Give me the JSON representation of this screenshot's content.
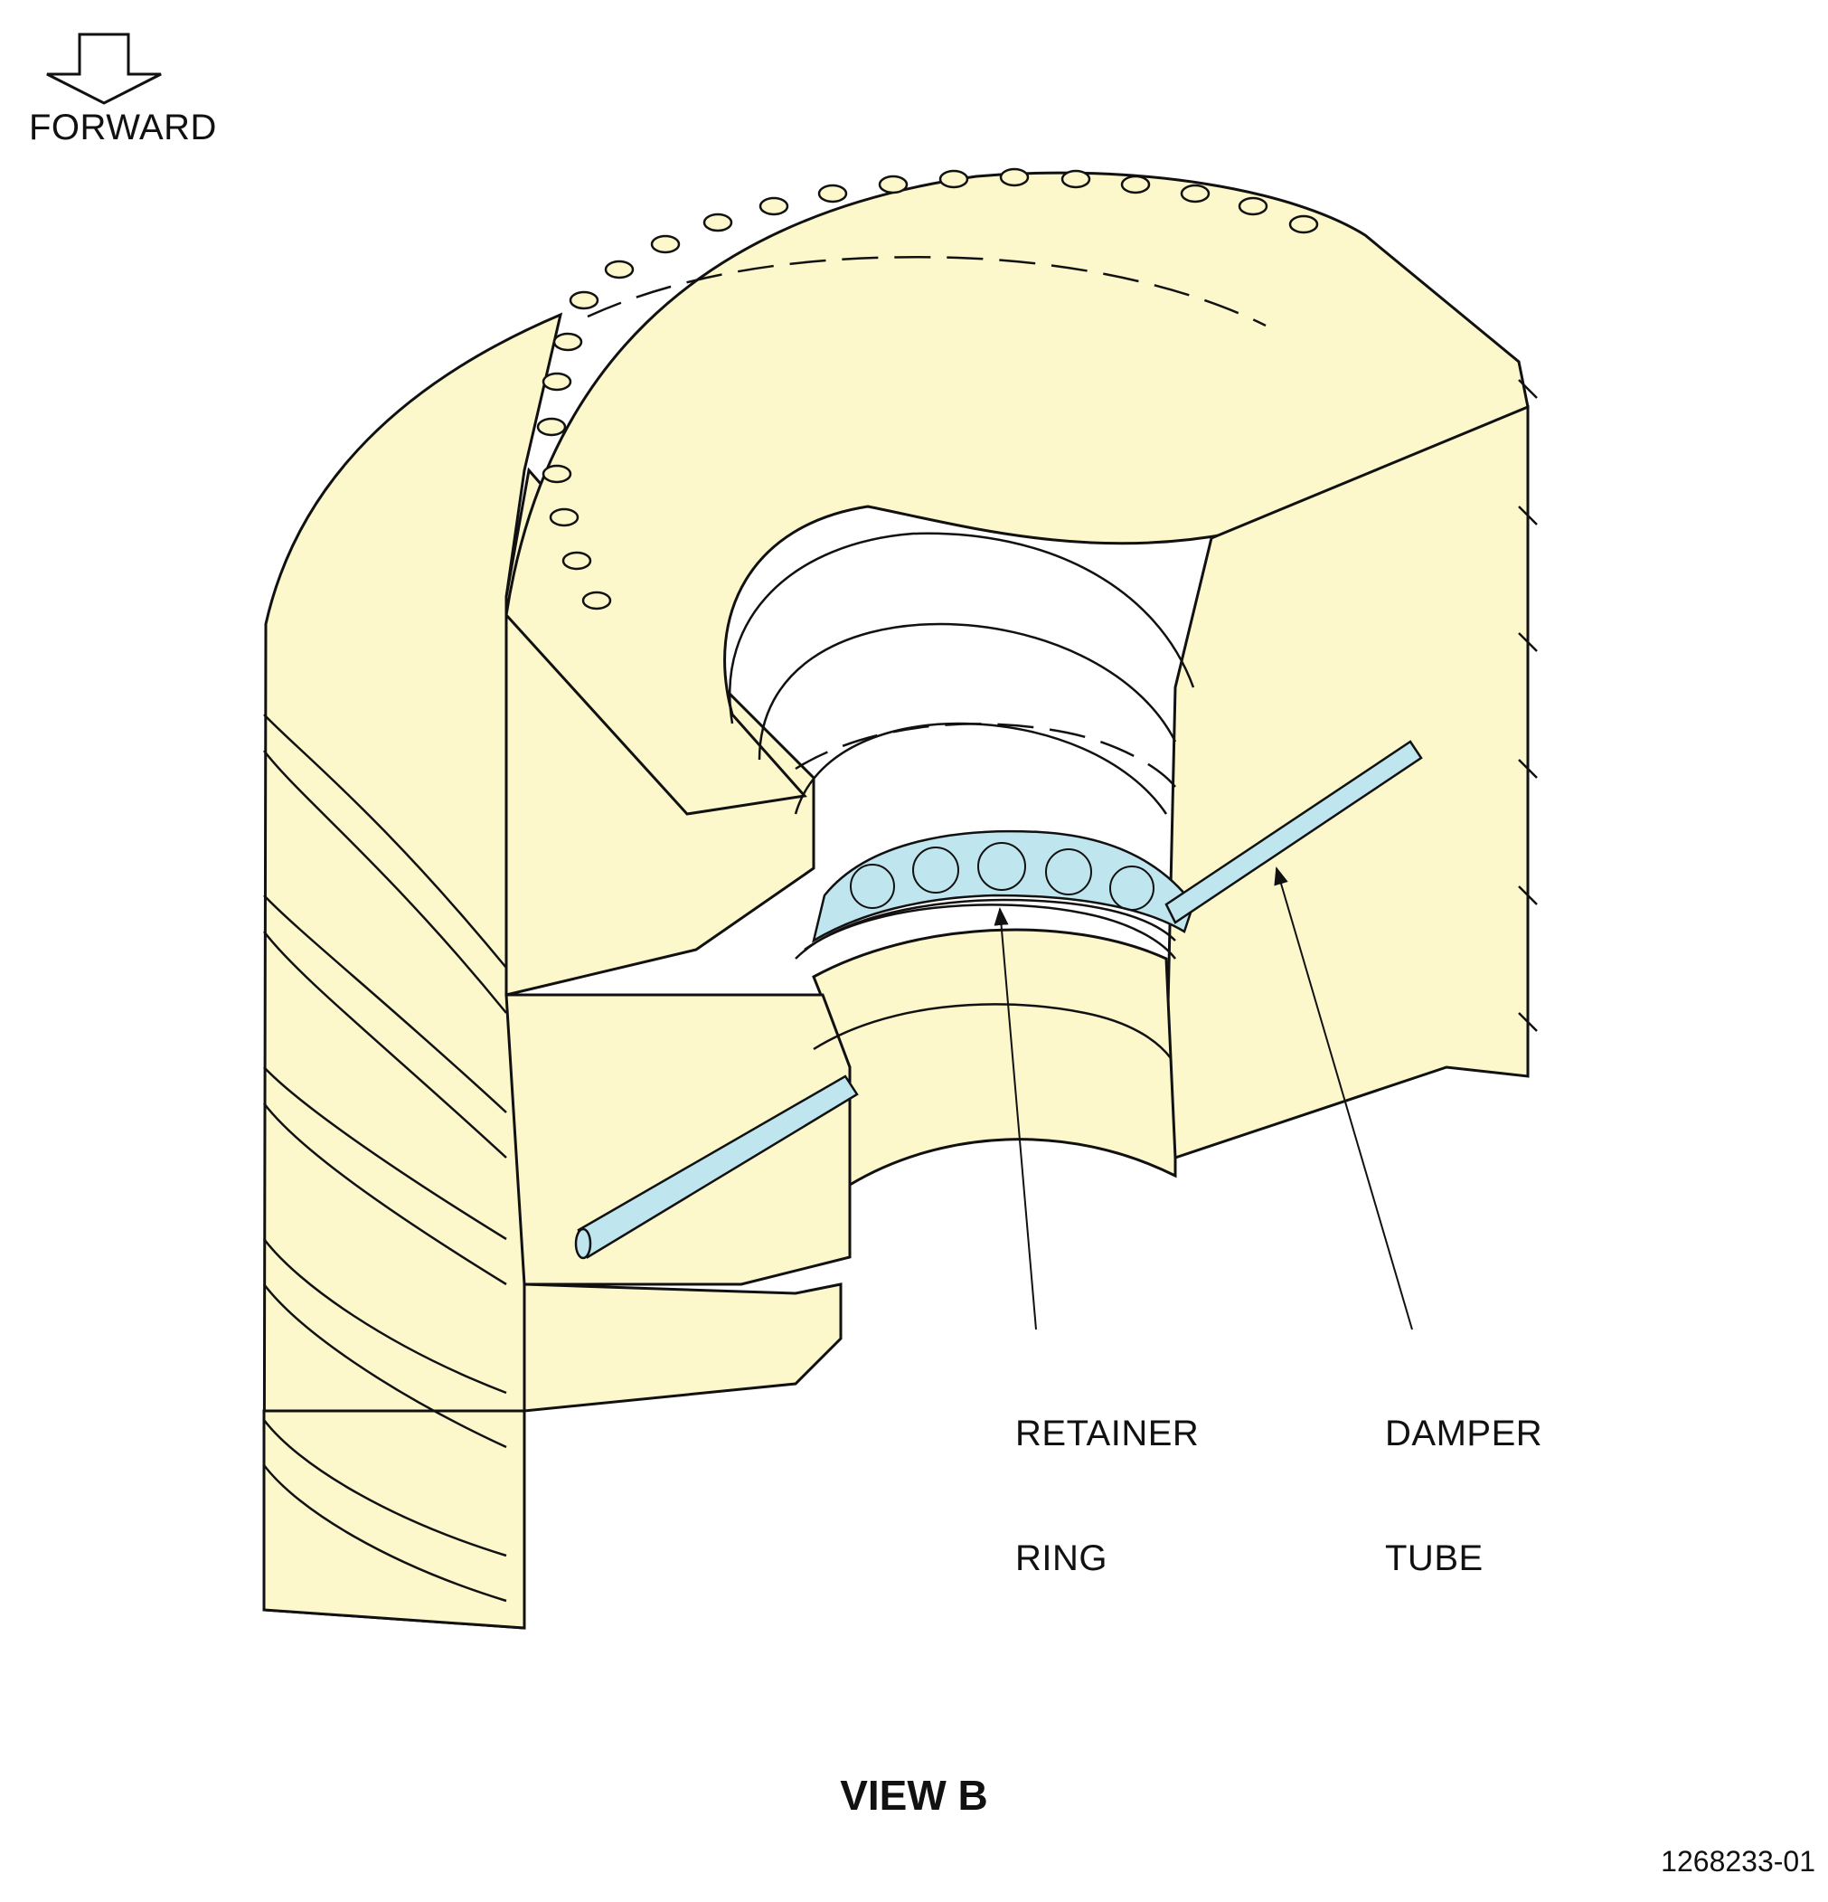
{
  "direction_label": "FORWARD",
  "callouts": {
    "retainer_ring": {
      "line1": "RETAINER",
      "line2": "RING"
    },
    "damper_tube": {
      "line1": "DAMPER",
      "line2": "TUBE"
    }
  },
  "view_title": "VIEW B",
  "figure_id": "1268233-01",
  "colors": {
    "part_fill": "#fcf8cc",
    "highlight_fill": "#bfe6ee",
    "line": "#111111"
  }
}
